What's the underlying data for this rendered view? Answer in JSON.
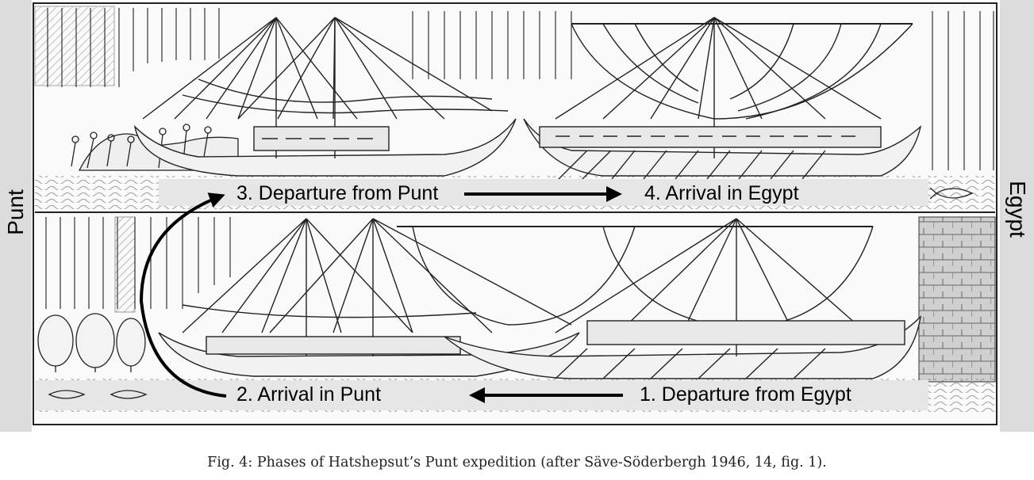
{
  "side_labels": {
    "left": "Punt",
    "right": "Egypt"
  },
  "phases": [
    {
      "label": "1. Departure from Egypt"
    },
    {
      "label": "2. Arrival in Punt"
    },
    {
      "label": "3. Departure from Punt"
    },
    {
      "label": "4. Arrival in Egypt"
    }
  ],
  "caption": "Fig. 4: Phases of Hatshepsut’s Punt expedition (after Säve-Söderbergh 1946, 14, fig. 1).",
  "colors": {
    "ink": "#1a1a1a",
    "band": "#e4e4e4",
    "side_bar": "#d9d9d9",
    "arrow": "#000000"
  }
}
